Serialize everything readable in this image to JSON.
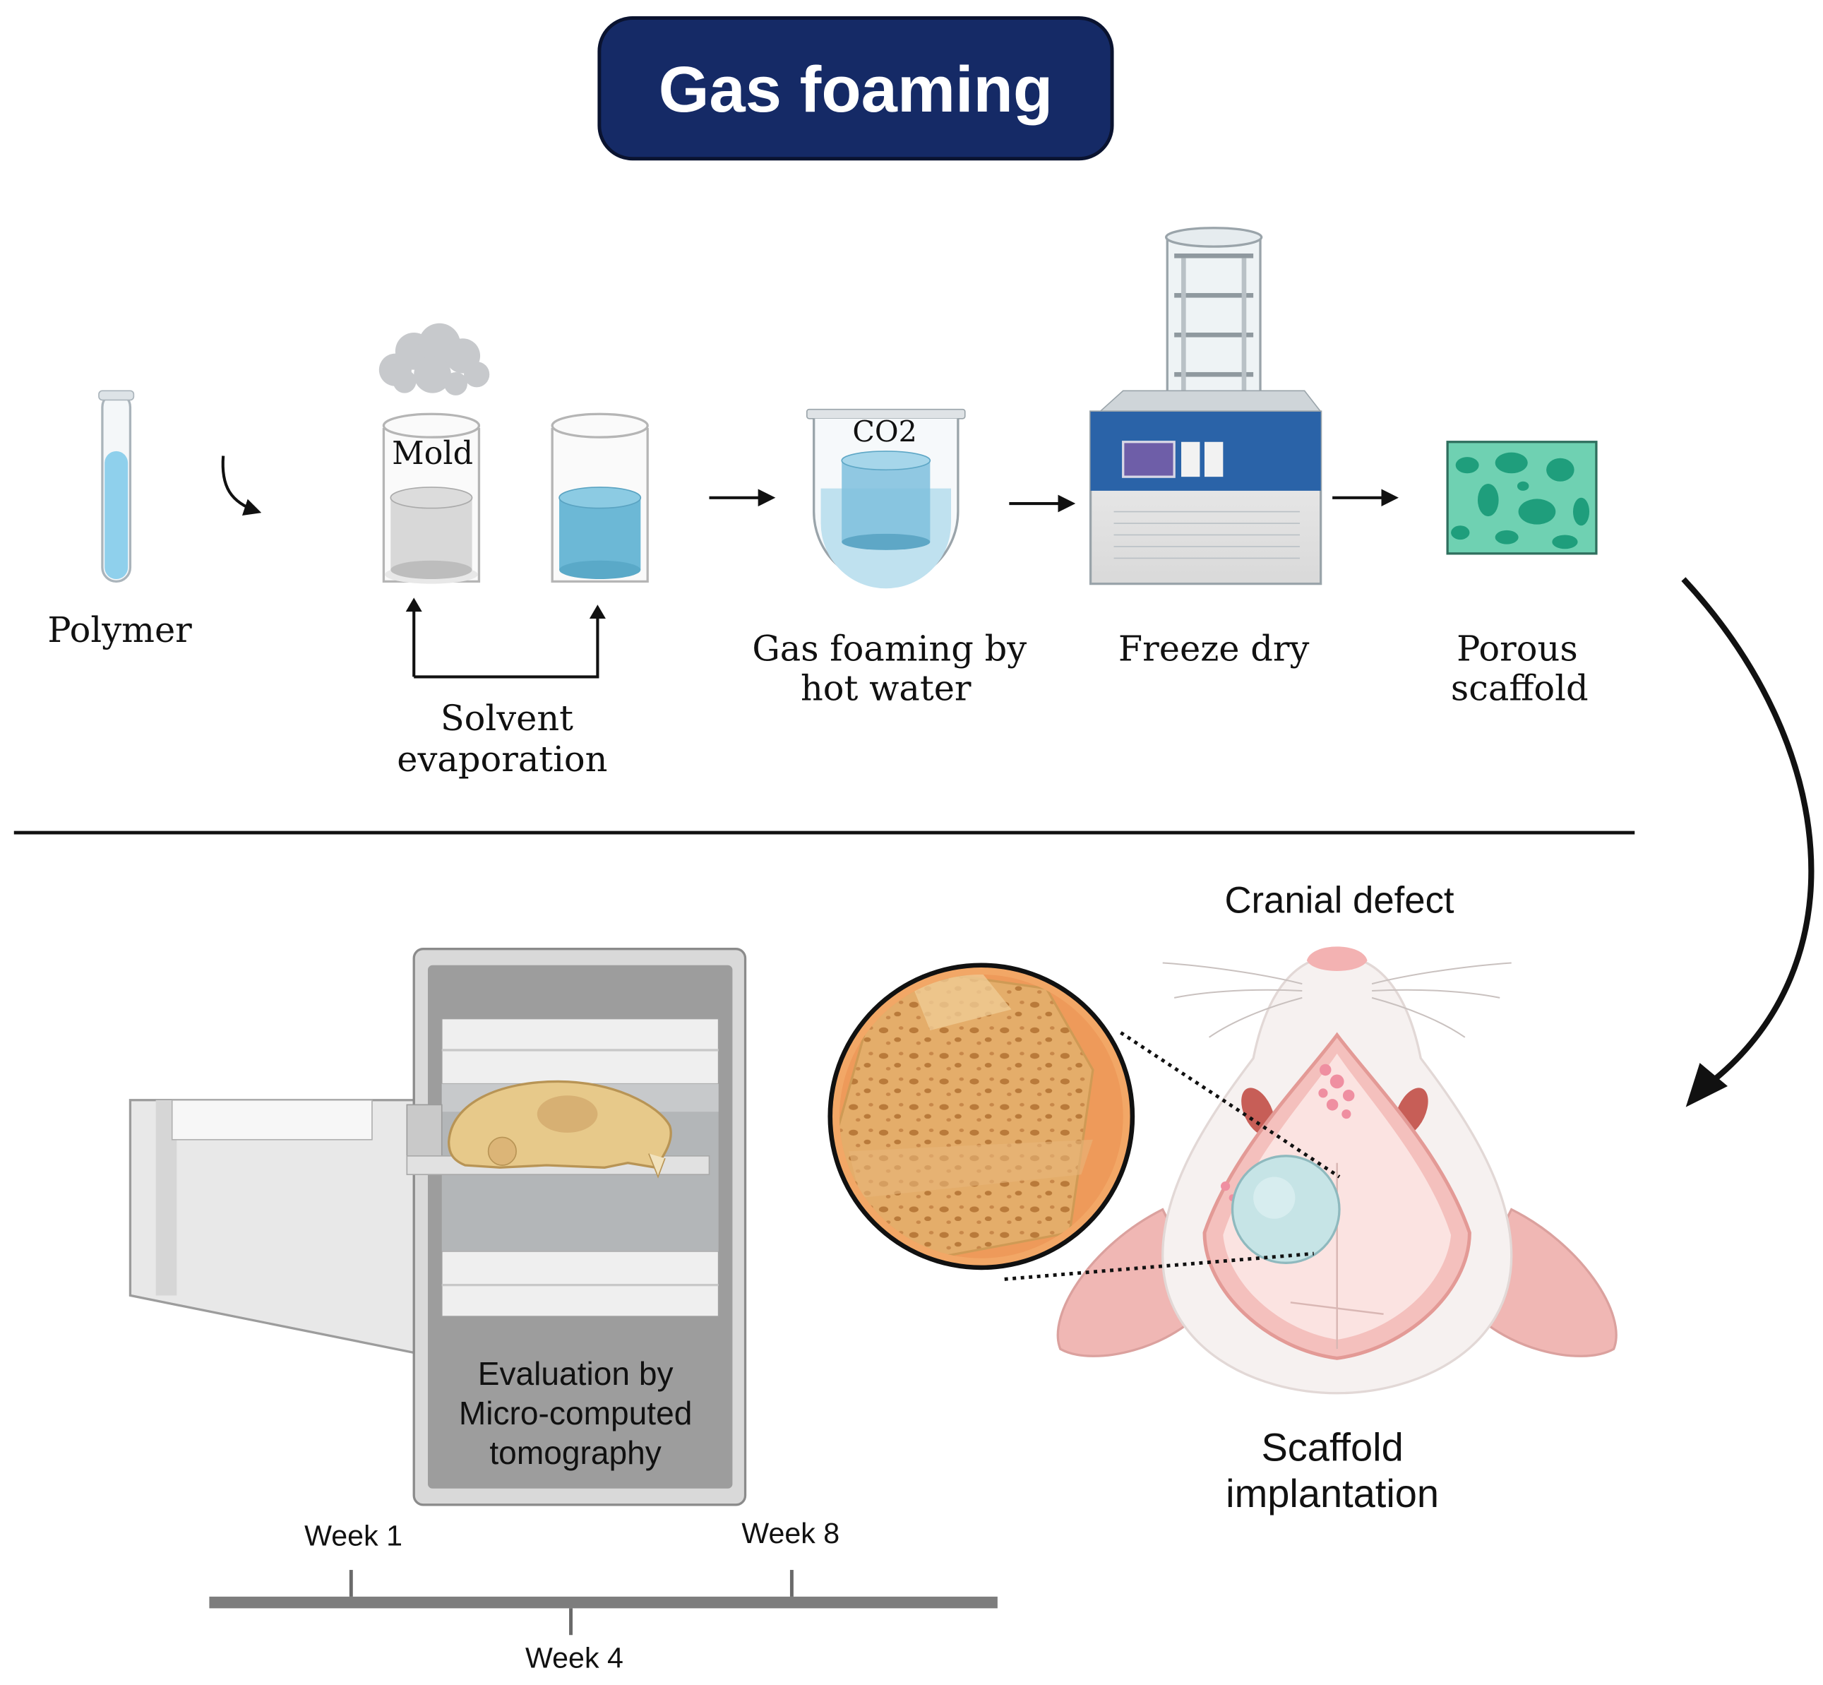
{
  "title": "Gas foaming",
  "steps": {
    "polymer": "Polymer",
    "mold": "Mold",
    "solvent_l1": "Solvent",
    "solvent_l2": "evaporation",
    "co2": "CO2",
    "gas_l1": "Gas foaming by",
    "gas_l2": "hot water",
    "freeze": "Freeze dry",
    "porous_l1": "Porous",
    "porous_l2": "scaffold"
  },
  "lower": {
    "cranial": "Cranial defect",
    "implant_l1": "Scaffold",
    "implant_l2": "implantation",
    "eval_l1": "Evaluation by",
    "eval_l2": "Micro-computed",
    "eval_l3": "tomography"
  },
  "timeline": {
    "week1": "Week 1",
    "week4": "Week 4",
    "week8": "Week 8"
  },
  "colors": {
    "title_bg": "#152a66",
    "liquid": "#7fc4e0",
    "scaffold": "#5ec7a6",
    "pink": "#f2b8b6",
    "bone": "#e4ad6a"
  }
}
